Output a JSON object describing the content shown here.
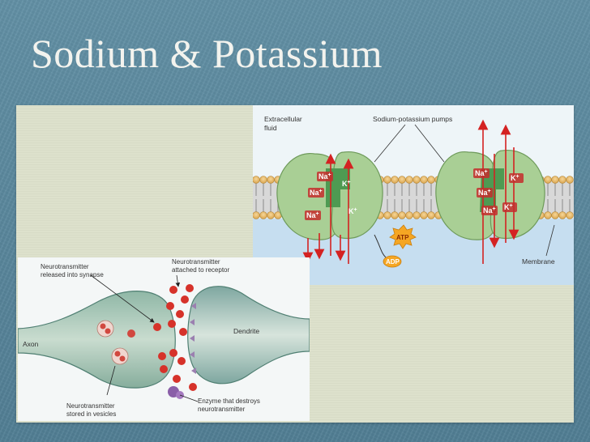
{
  "slide": {
    "title": "Sodium & Potassium"
  },
  "pump_diagram": {
    "extracellular_label": "Extracellular",
    "fluid_label": "fluid",
    "pumps_label": "Sodium-potassium pumps",
    "membrane_label": "Membrane",
    "atp_label": "ATP",
    "adp_label": "ADP",
    "na_label": "Na",
    "k_label": "K",
    "plus": "+"
  },
  "synapse_diagram": {
    "released_line1": "Neurotransmitter",
    "released_line2": "released into synapse",
    "attached_line1": "Neurotransmitter",
    "attached_line2": "attached to receptor",
    "dendrite_label": "Dendrite",
    "axon_label": "Axon",
    "stored_line1": "Neurotransmitter",
    "stored_line2": "stored in vesicles",
    "enzyme_line1": "Enzyme that destroys",
    "enzyme_line2": "neurotransmitter"
  },
  "colors": {
    "background": "#5b8aa0",
    "panel": "#dde1cc",
    "pump_green": "#a9cf95",
    "arrow_red": "#d42222",
    "na_red": "#c62d2d",
    "atp_orange": "#f5a623"
  }
}
